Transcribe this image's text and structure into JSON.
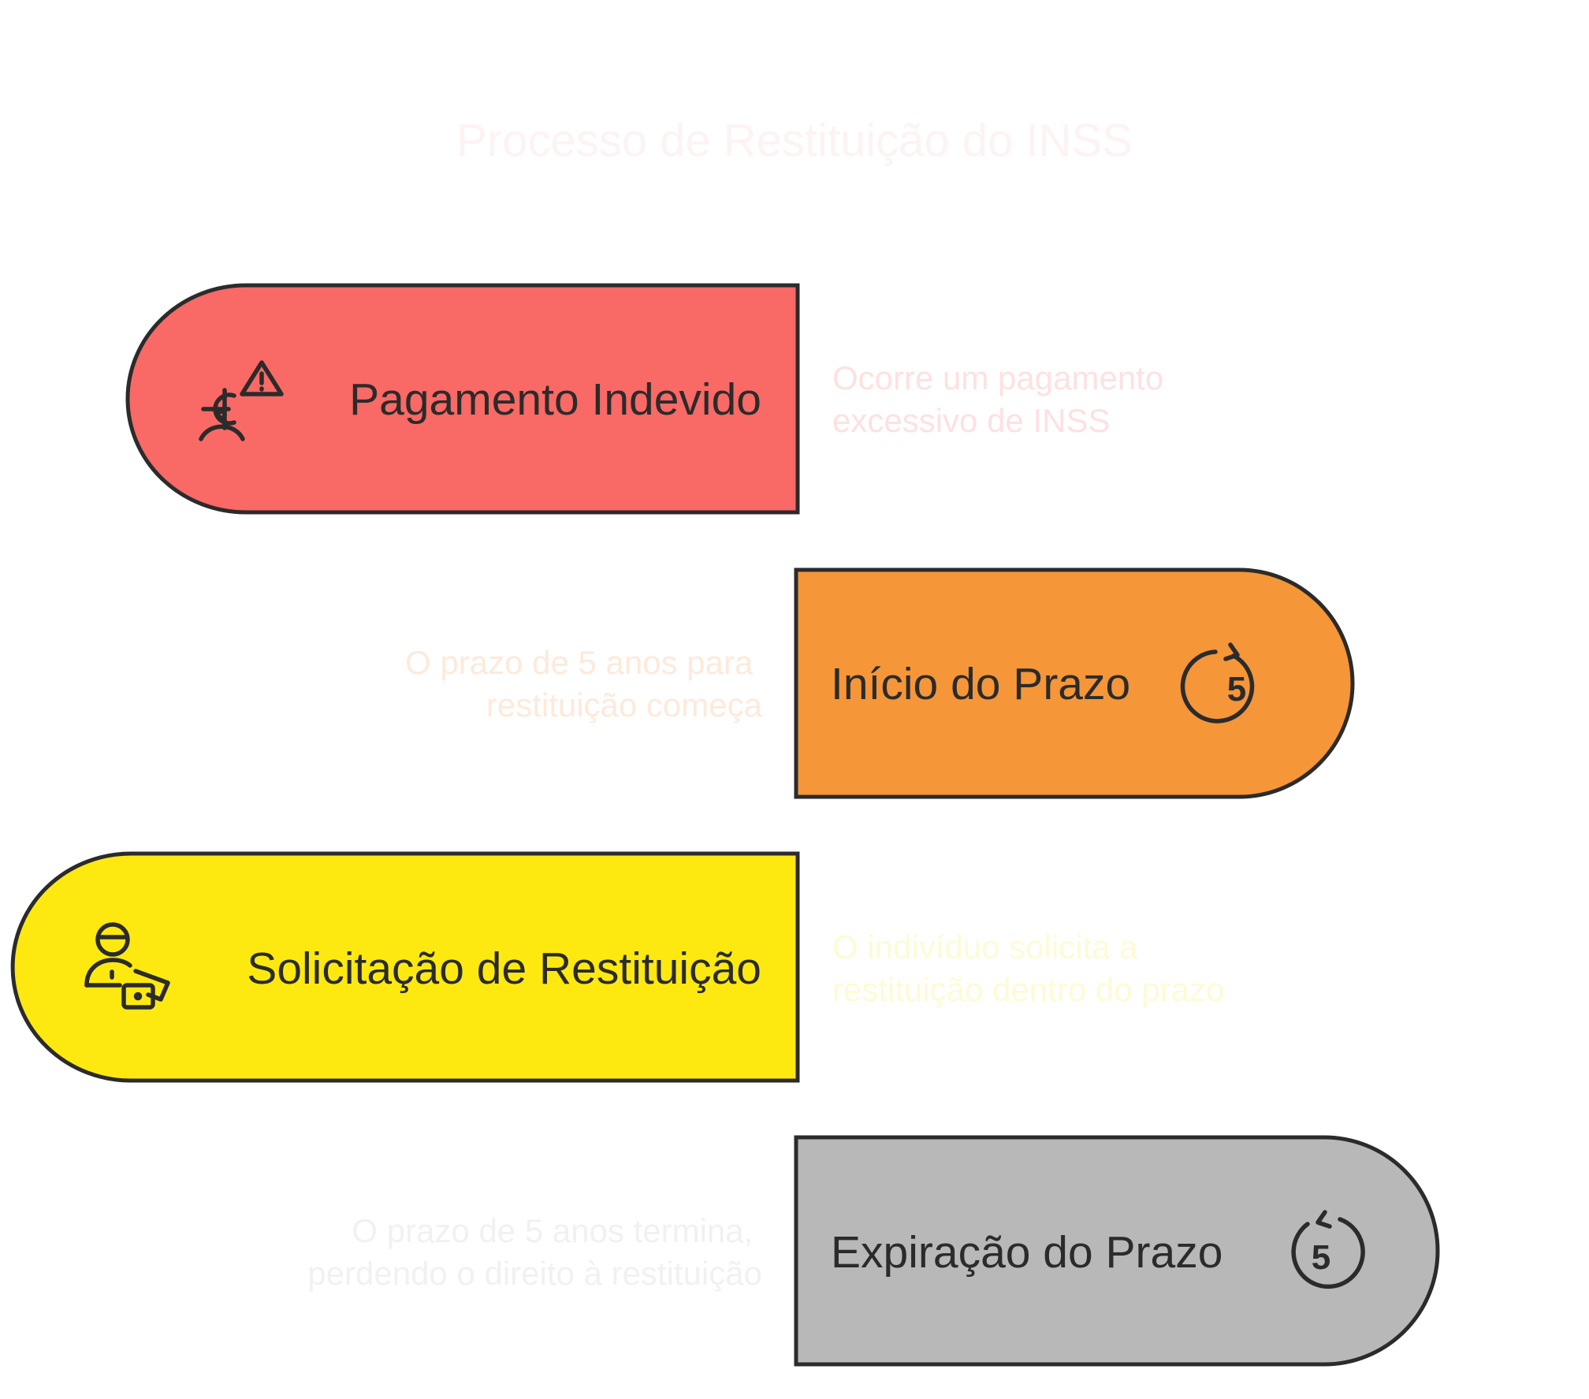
{
  "title": "Processo de Restituição do INSS",
  "colors": {
    "title": "#fdf3f3",
    "outline": "#2b2b2b",
    "label_text": "#2b2b2b"
  },
  "steps": [
    {
      "label": "Pagamento Indevido",
      "description_lines": [
        "Ocorre um pagamento",
        "excessivo de INSS"
      ],
      "icon": "payment-warning-icon",
      "fill": "#f96965",
      "description_color": "#fde1e1"
    },
    {
      "label": "Início do Prazo",
      "description_lines": [
        "O prazo de 5 anos para",
        "restituição começa"
      ],
      "icon": "clock-forward-5-icon",
      "fill": "#f59638",
      "description_color": "#fdeadb"
    },
    {
      "label": "Solicitação de Restituição",
      "description_lines": [
        "O indivíduo solicita a",
        "restituição dentro do prazo"
      ],
      "icon": "person-money-icon",
      "fill": "#fde910",
      "description_color": "#fefbd5"
    },
    {
      "label": "Expiração do Prazo",
      "description_lines": [
        "O prazo de 5 anos termina,",
        "perdendo o direito à restituição"
      ],
      "icon": "clock-backward-5-icon",
      "fill": "#b8b8b8",
      "description_color": "#f1f1f1"
    }
  ],
  "icon_glyph_text": "5"
}
